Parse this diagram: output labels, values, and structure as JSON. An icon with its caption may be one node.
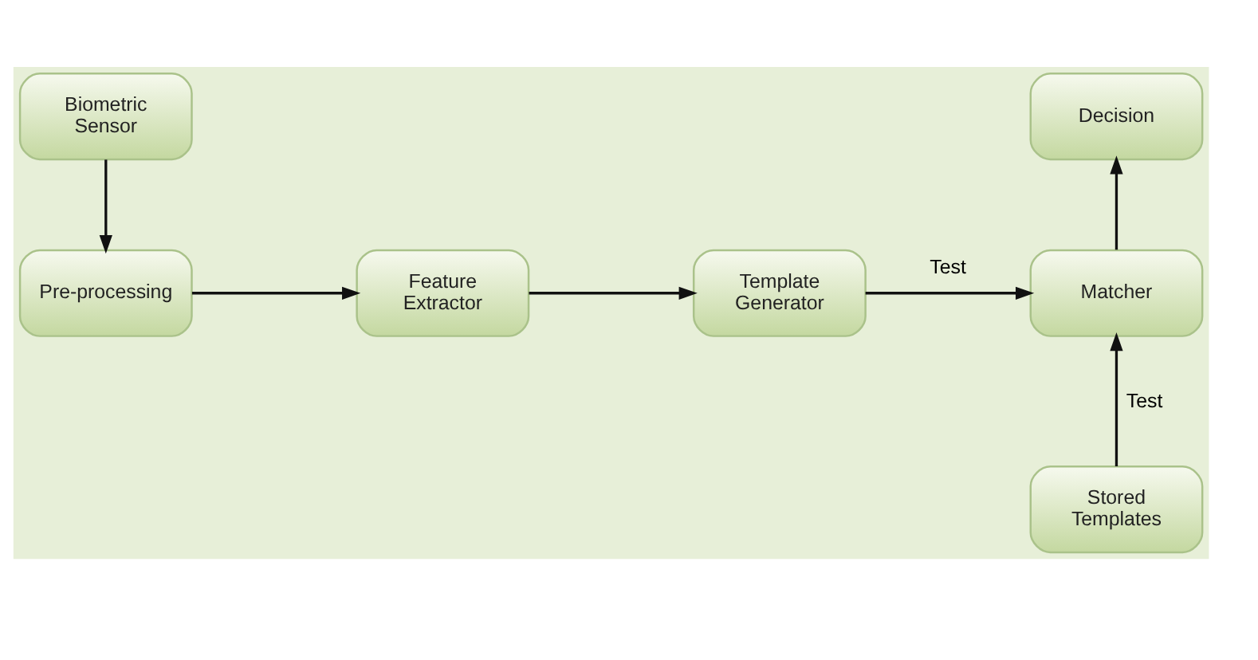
{
  "diagram": {
    "nodes": [
      {
        "text": [
          "Biometric Sensor"
        ]
      },
      {
        "text": [
          "Pre-processing"
        ]
      },
      {
        "text": [
          "Feature Extractor"
        ]
      },
      {
        "text": [
          "Template Generator"
        ]
      },
      {
        "text": [
          "Matcher"
        ]
      },
      {
        "text": [
          "Decision"
        ]
      },
      {
        "text": [
          "Stored Templates"
        ]
      }
    ],
    "edges": [
      {
        "from": 0,
        "to": 1,
        "arrow": "to"
      },
      {
        "from": 1,
        "to": 2,
        "arrow": "to"
      },
      {
        "from": 2,
        "to": 3,
        "arrow": "to"
      },
      {
        "from": 3,
        "to": 4,
        "arrow": "to",
        "label": "Test"
      },
      {
        "from": 4,
        "to": 5,
        "arrow": "to"
      },
      {
        "from": 6,
        "to": 4,
        "arrow": "to",
        "label": "Test"
      }
    ]
  }
}
